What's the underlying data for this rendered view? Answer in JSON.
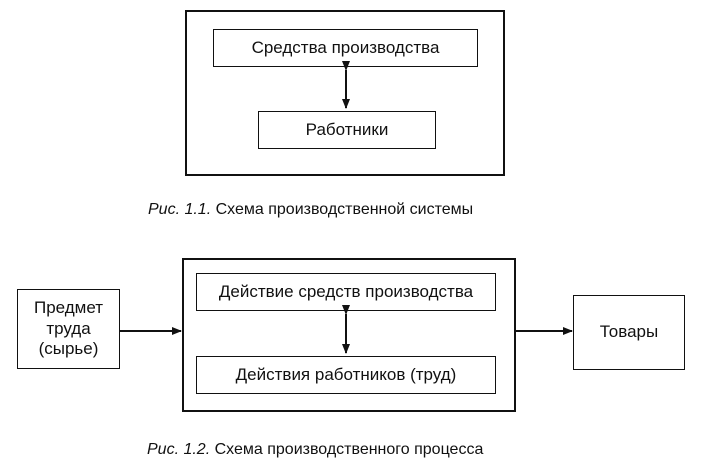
{
  "fig1": {
    "box_top": "Средства производства",
    "box_bottom": "Работники",
    "caption_label": "Рис. 1.1.",
    "caption_text": "Схема производственной системы"
  },
  "fig2": {
    "input": "Предмет\nтруда\n(сырье)",
    "box_top": "Действие средств производства",
    "box_bottom": "Действия работников (труд)",
    "output": "Товары",
    "caption_label": "Рис. 1.2.",
    "caption_text": "Схема производственного процесса"
  }
}
